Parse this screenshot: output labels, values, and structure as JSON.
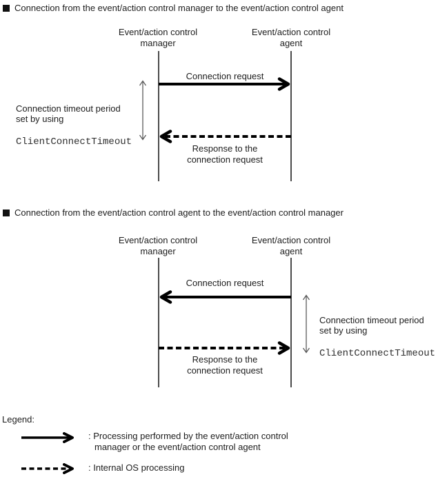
{
  "colors": {
    "background": "#ffffff",
    "text": "#1c1c1c",
    "arrow": "#000000",
    "lifeline": "#4a4a4a",
    "span_arrow": "#5a5a5a"
  },
  "diagram1": {
    "heading": "Connection from the event/action control manager to the event/action control agent",
    "manager_label": "Event/action control\nmanager",
    "agent_label": "Event/action control\nagent",
    "request_label": "Connection request",
    "response_label": "Response to the\nconnection request",
    "timeout_text": "Connection timeout period\nset by using",
    "timeout_param": "ClientConnectTimeout"
  },
  "diagram2": {
    "heading": "Connection from the event/action control agent to the event/action control manager",
    "manager_label": "Event/action control\nmanager",
    "agent_label": "Event/action control\nagent",
    "request_label": "Connection request",
    "response_label": "Response to the\nconnection request",
    "timeout_text": "Connection timeout period\nset by using",
    "timeout_param": "ClientConnectTimeout"
  },
  "legend": {
    "title": "Legend:",
    "solid_label": ": Processing performed by the event/action control\nmanager or the event/action control agent",
    "dashed_label": ": Internal OS processing"
  }
}
